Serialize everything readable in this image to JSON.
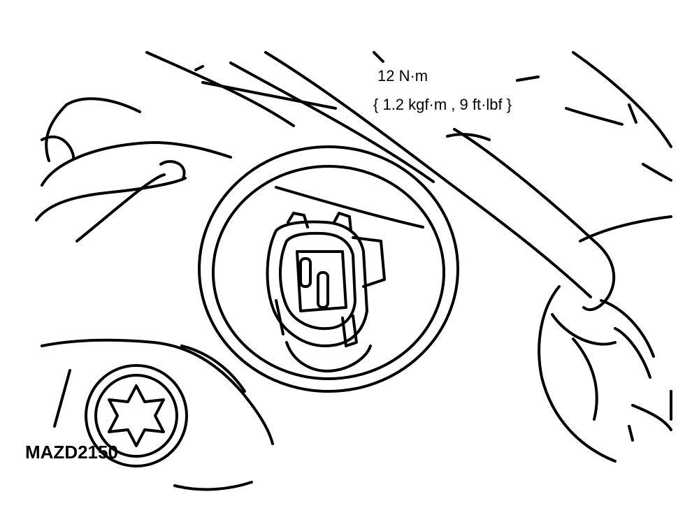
{
  "annotation": {
    "torque_line1": "12 N·m",
    "torque_line2": "{ 1.2 kgf·m , 9 ft·lbf }"
  },
  "figure_code": "MAZD2150",
  "colors": {
    "ink": "#000000",
    "paper": "#ffffff"
  }
}
